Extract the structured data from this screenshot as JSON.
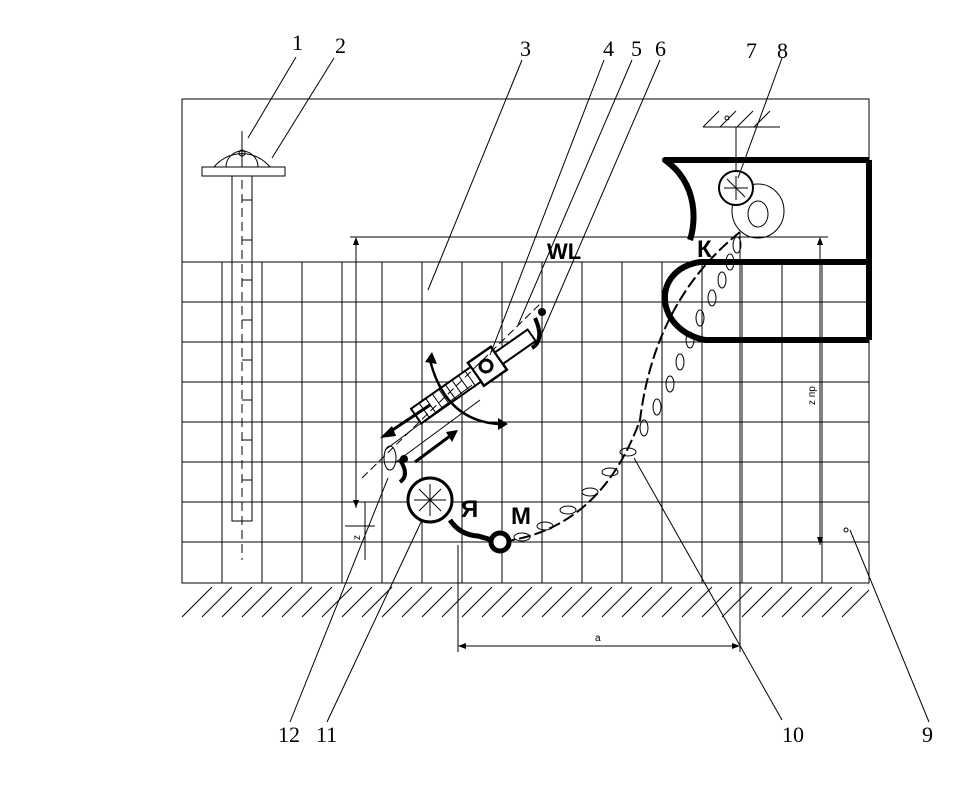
{
  "labels": {
    "waterline": "WL",
    "point_k": "К",
    "point_ya": "Я",
    "point_m": "М",
    "dim_a": "a",
    "dim_z": "z",
    "dim_znp": "z пр"
  },
  "callouts": [
    "1",
    "2",
    "3",
    "4",
    "5",
    "6",
    "7",
    "8",
    "9",
    "10",
    "11",
    "12"
  ]
}
